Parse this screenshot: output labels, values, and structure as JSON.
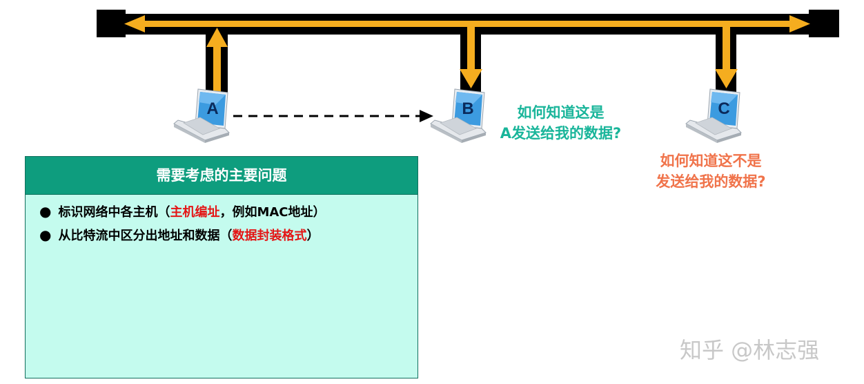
{
  "nodes": [
    {
      "id": "A",
      "label": "A"
    },
    {
      "id": "B",
      "label": "B"
    },
    {
      "id": "C",
      "label": "C"
    }
  ],
  "question_b": {
    "line1": "如何知道这是",
    "line2": "A发送给我的数据?"
  },
  "question_c": {
    "line1": "如何知道这不是",
    "line2": "发送给我的数据?"
  },
  "issues": {
    "title": "需要考虑的主要问题",
    "items": [
      {
        "bullet": "●",
        "text": "标识网络中各主机（",
        "highlight": "主机编址",
        "suffix": "，例如MAC地址）"
      },
      {
        "bullet": "●",
        "text": "从比特流中区分出地址和数据（",
        "highlight": "数据封装格式",
        "suffix": "）"
      }
    ]
  },
  "colors": {
    "bus": "#000000",
    "signal": "#f5ad1f",
    "question_b": "#19b59a",
    "question_c": "#f0734a",
    "box_header": "#0e9d7e",
    "box_body": "#c4fbee",
    "highlight": "#e41515"
  },
  "watermark": "知乎 @林志强"
}
